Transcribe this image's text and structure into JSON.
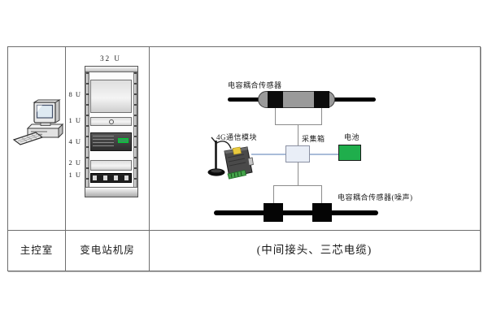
{
  "table": {
    "cells": {
      "control_room": "主控室",
      "substation_room": "变电站机房",
      "cable_note": "(中间接头、三芯电缆)"
    }
  },
  "rack": {
    "title": "32 U",
    "u_labels": [
      "8 U",
      "1 U",
      "4 U",
      "2 U",
      "1 U"
    ]
  },
  "diagram": {
    "top_sensor_label": "电容耦合传感器",
    "module_label": "4G通信模块",
    "collector_label": "采集箱",
    "battery_label": "电池",
    "bottom_sensor_label": "电容耦合传感器(噪声)"
  },
  "colors": {
    "battery-green": "#1fae4c",
    "link-blue": "#a9bcd9",
    "sensor-gray": "#9a9a9a",
    "collector-fill": "#e9eef7",
    "line-gray": "#8c8c8c",
    "cable-black": "#000000",
    "border-gray": "#6e6e6e"
  }
}
